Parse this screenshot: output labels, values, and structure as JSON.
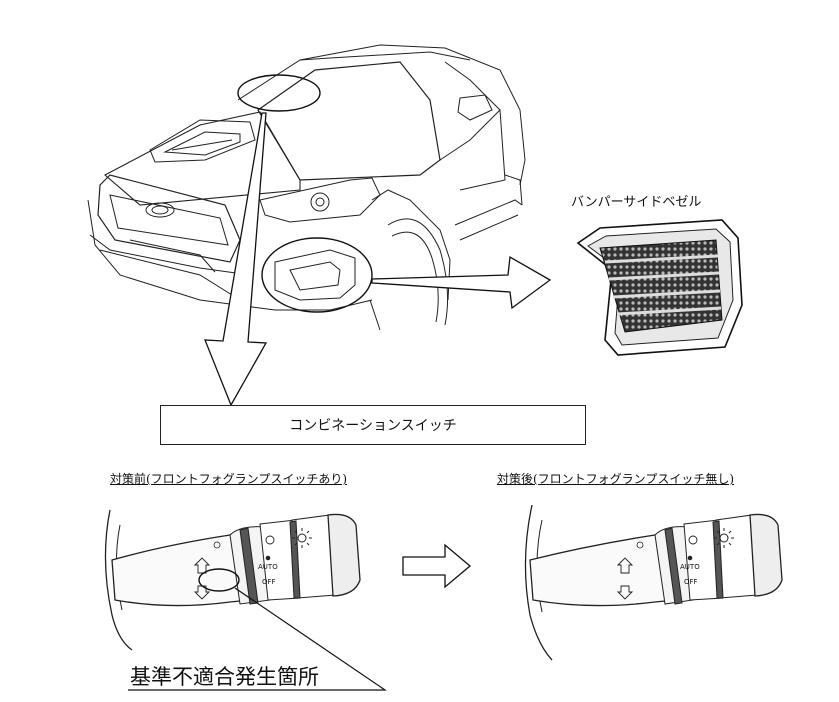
{
  "labels": {
    "bumper_side_bezel": "バンパーサイドベゼル",
    "combination_switch": "コンビネーションスイッチ",
    "before_caption": "対策前(フロントフォグランプスイッチあり)",
    "after_caption": "対策後(フロントフォグランプスイッチ無し)",
    "nonconformity_location": "基準不適合発生箇所"
  },
  "switch_markings": {
    "auto": "AUTO",
    "off": "OFF"
  },
  "colors": {
    "line": "#222222",
    "background": "#ffffff"
  }
}
